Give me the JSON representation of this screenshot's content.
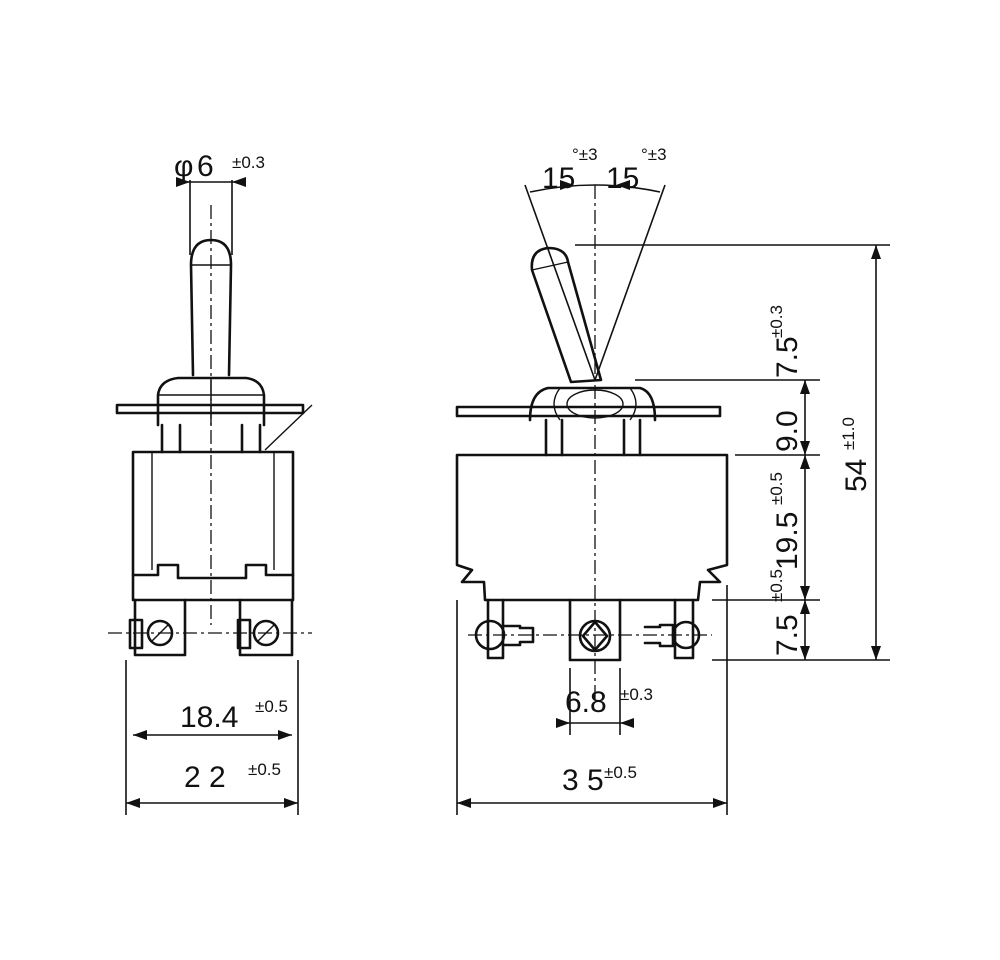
{
  "front_view": {
    "diameter_symbol": "φ",
    "diameter_value": "6",
    "diameter_tolerance": "±0.3",
    "terminal_pitch_value": "18.4",
    "terminal_pitch_tolerance": "±0.5",
    "width_value": "2 2",
    "width_tolerance": "±0.5"
  },
  "side_view": {
    "angle_left_value": "15",
    "angle_left_tolerance": "°±3",
    "angle_right_value": "15",
    "angle_right_tolerance": "°±3",
    "bushing_value": "7.5",
    "bushing_tolerance": "±0.3",
    "body_top_value": "9.0",
    "body_value": "19.5",
    "body_tolerance": "±0.5",
    "terminal_value": "7.5",
    "terminal_tolerance": "±0.5",
    "overall_height_value": "54",
    "overall_height_tolerance": "±1.0",
    "terminal_pitch_value": "6.8",
    "terminal_pitch_tolerance": "±0.3",
    "length_value": "3 5",
    "length_tolerance": "±0.5"
  }
}
